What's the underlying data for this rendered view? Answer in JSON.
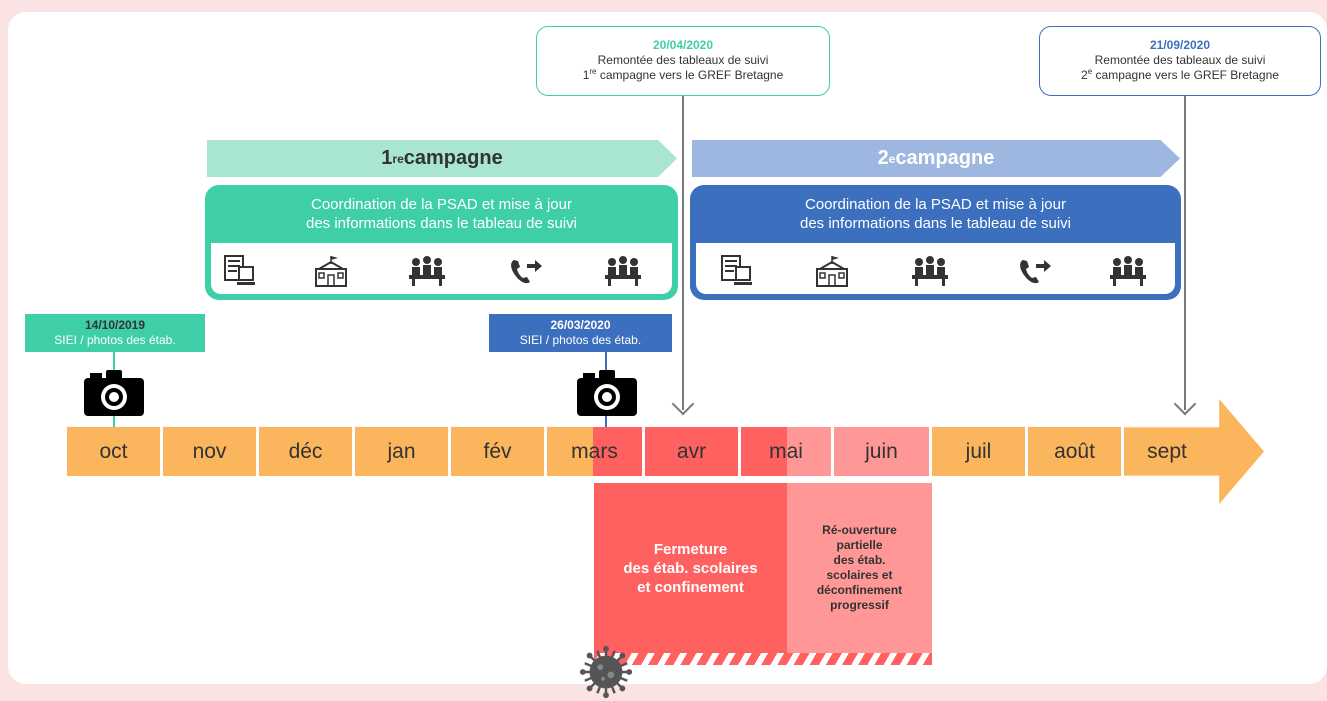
{
  "callouts": {
    "first": {
      "date": "20/04/2020",
      "line1": "Remontée des tableaux de suivi",
      "line2_pre": "1",
      "line2_sup": "re",
      "line2_post": " campagne vers le GREF Bretagne"
    },
    "second": {
      "date": "21/09/2020",
      "line1": "Remontée des tableaux de suivi",
      "line2_pre": "2",
      "line2_sup": "e",
      "line2_post": " campagne vers le GREF Bretagne"
    }
  },
  "campaigns": {
    "first": {
      "num": "1",
      "sup": "re",
      "word": " campagne"
    },
    "second": {
      "num": "2",
      "sup": "e",
      "word": " campagne"
    }
  },
  "tasks": {
    "first": {
      "line1": "Coordination de la PSAD et mise à jour",
      "line2": "des informations dans le tableau de suivi"
    },
    "second": {
      "line1": "Coordination de la PSAD et mise à jour",
      "line2": "des informations dans le tableau de suivi"
    },
    "icons": [
      "document-computer-icon",
      "school-building-icon",
      "meeting-icon",
      "phone-forward-icon",
      "meeting-icon"
    ]
  },
  "stamps": {
    "first": {
      "date": "14/10/2019",
      "text": "SIEI / photos des étab."
    },
    "second": {
      "date": "26/03/2020",
      "text": "SIEI / photos des étab."
    }
  },
  "months": [
    "oct",
    "nov",
    "déc",
    "jan",
    "fév",
    "mars",
    "avr",
    "mai",
    "juin",
    "juil",
    "août",
    "sept"
  ],
  "periods": {
    "lockdown": {
      "line1": "Fermeture",
      "line2": "des étab. scolaires",
      "line3": "et confinement"
    },
    "reopening": {
      "line1": "Ré-ouverture",
      "line2": "partielle",
      "line3": "des étab.",
      "line4": "scolaires et",
      "line5": "déconfinement",
      "line6": "progressif"
    }
  },
  "colors": {
    "teal": "#3fcfa8",
    "teal_light": "#a8e6d3",
    "blue": "#3c70bf",
    "blue_light": "#9db7e0",
    "orange": "#fbb55c",
    "red": "#ff6161",
    "pink": "#ff9797",
    "background": "#fbe3e3"
  }
}
